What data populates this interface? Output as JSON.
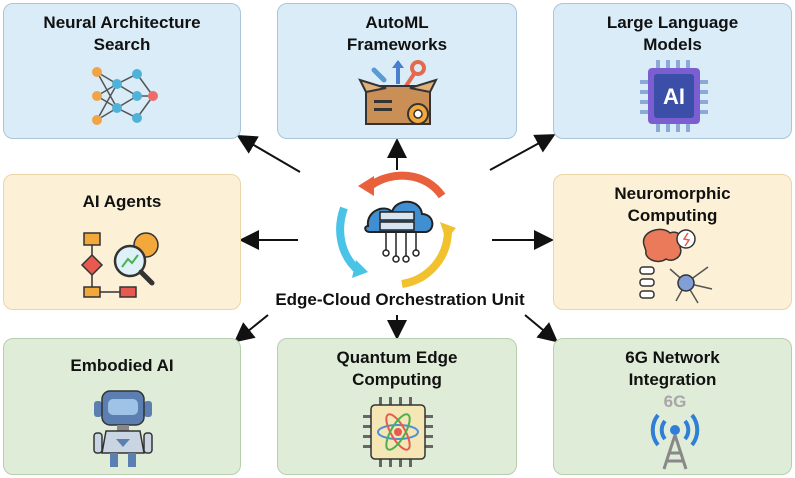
{
  "hub": {
    "label": "Edge-Cloud Orchestration Unit"
  },
  "boxes": {
    "nas": {
      "title": "Neural Architecture\nSearch"
    },
    "automl": {
      "title": "AutoML\nFrameworks"
    },
    "llm": {
      "title": "Large Language\nModels",
      "chip_text": "AI"
    },
    "agents": {
      "title": "AI Agents"
    },
    "neuro": {
      "title": "Neuromorphic\nComputing"
    },
    "embodied": {
      "title": "Embodied AI"
    },
    "quantum": {
      "title": "Quantum Edge\nComputing"
    },
    "sixg": {
      "title": "6G Network\nIntegration",
      "badge": "6G"
    }
  },
  "colors": {
    "blue_box": "#d9ecf7",
    "yellow_box": "#fcf1d6",
    "green_box": "#dfecd8",
    "arrow": "#111111",
    "cycle_red": "#e8603c",
    "cycle_cyan": "#49c3e6",
    "cycle_yellow": "#f2c12e"
  }
}
